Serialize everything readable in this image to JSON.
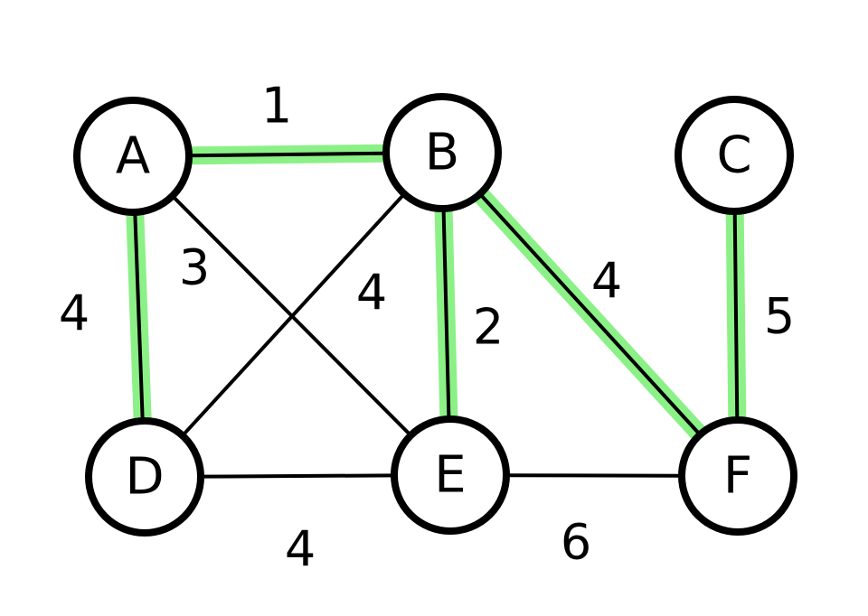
{
  "colors": {
    "highlight": "#7ef07a",
    "stroke": "#000000",
    "background": "#ffffff"
  },
  "nodes": [
    {
      "id": "A",
      "label": "A"
    },
    {
      "id": "B",
      "label": "B"
    },
    {
      "id": "C",
      "label": "C"
    },
    {
      "id": "D",
      "label": "D"
    },
    {
      "id": "E",
      "label": "E"
    },
    {
      "id": "F",
      "label": "F"
    }
  ],
  "edges": [
    {
      "from": "A",
      "to": "B",
      "weight": "1",
      "highlighted": true
    },
    {
      "from": "A",
      "to": "D",
      "weight": "4",
      "highlighted": true
    },
    {
      "from": "A",
      "to": "E",
      "weight": "3",
      "highlighted": false
    },
    {
      "from": "B",
      "to": "D",
      "weight": "4",
      "highlighted": false
    },
    {
      "from": "B",
      "to": "E",
      "weight": "2",
      "highlighted": true
    },
    {
      "from": "B",
      "to": "F",
      "weight": "4",
      "highlighted": true
    },
    {
      "from": "C",
      "to": "F",
      "weight": "5",
      "highlighted": true
    },
    {
      "from": "D",
      "to": "E",
      "weight": "4",
      "highlighted": false
    },
    {
      "from": "E",
      "to": "F",
      "weight": "6",
      "highlighted": false
    }
  ]
}
